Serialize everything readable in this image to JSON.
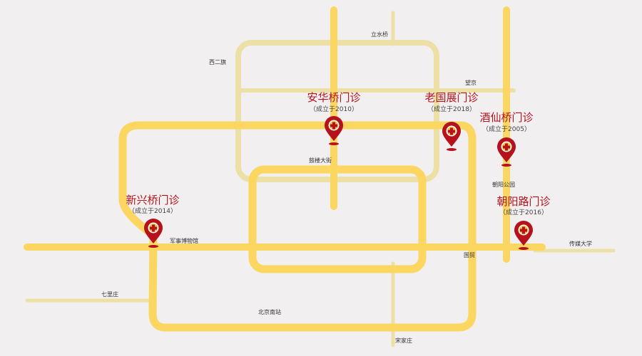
{
  "map": {
    "colors": {
      "background": "#f1eff0",
      "main_road": "#fbd661",
      "minor_road": "#ede0a6",
      "marker": "#b5121b",
      "clinic_text": "#b5121b"
    },
    "places": {
      "lishuiqiao": "立水桥",
      "xierqi": "西二旗",
      "wangjing": "望京",
      "guloudajie": "鼓楼大街",
      "chaoyang_park": "朝阳公园",
      "military_museum": "军事博物馆",
      "guomao": "国贸",
      "media_univ": "传媒大学",
      "qilizhuang": "七里庄",
      "beijing_south": "北京南站",
      "songjiazhuang": "宋家庄"
    },
    "clinics": [
      {
        "name": "安华桥门诊",
        "founded": "（成立于2010）",
        "icon": "cross-map-pin-icon"
      },
      {
        "name": "老国展门诊",
        "founded": "（成立于2018）",
        "icon": "cross-map-pin-icon"
      },
      {
        "name": "酒仙桥门诊",
        "founded": "（成立于2005）",
        "icon": "cross-map-pin-icon"
      },
      {
        "name": "新兴桥门诊",
        "founded": "（成立于2014）",
        "icon": "cross-map-pin-icon"
      },
      {
        "name": "朝阳路门诊",
        "founded": "（成立于2016）",
        "icon": "cross-map-pin-icon"
      }
    ]
  }
}
